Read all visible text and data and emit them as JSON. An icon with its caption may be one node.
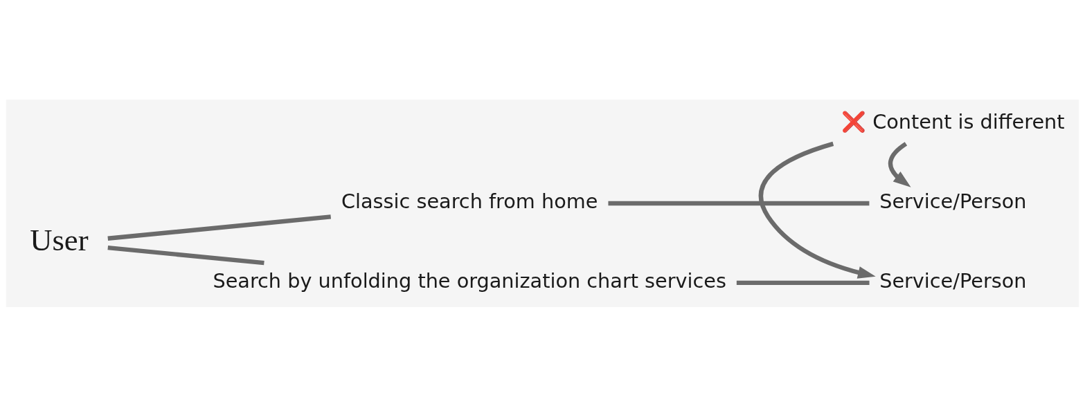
{
  "diagram": {
    "nodes": [
      {
        "text": [
          "User"
        ]
      },
      {
        "text": [
          "Classic search from home"
        ]
      },
      {
        "text": [
          "Search by unfolding the organization chart services"
        ]
      },
      {
        "text": [
          "Service/Person"
        ]
      },
      {
        "text": [
          "❌ Content is different"
        ]
      },
      {
        "text": [
          "Service/Person"
        ]
      }
    ],
    "edges": [
      {
        "from": 0,
        "to": 1,
        "arrow": "none"
      },
      {
        "from": 0,
        "to": 2,
        "arrow": "none"
      },
      {
        "from": 1,
        "to": 3,
        "arrow": "none"
      },
      {
        "from": 2,
        "to": 5,
        "arrow": "none"
      },
      {
        "from": 4,
        "to": 3,
        "arrow": "to"
      },
      {
        "from": 4,
        "to": 5,
        "arrow": "to"
      }
    ]
  }
}
